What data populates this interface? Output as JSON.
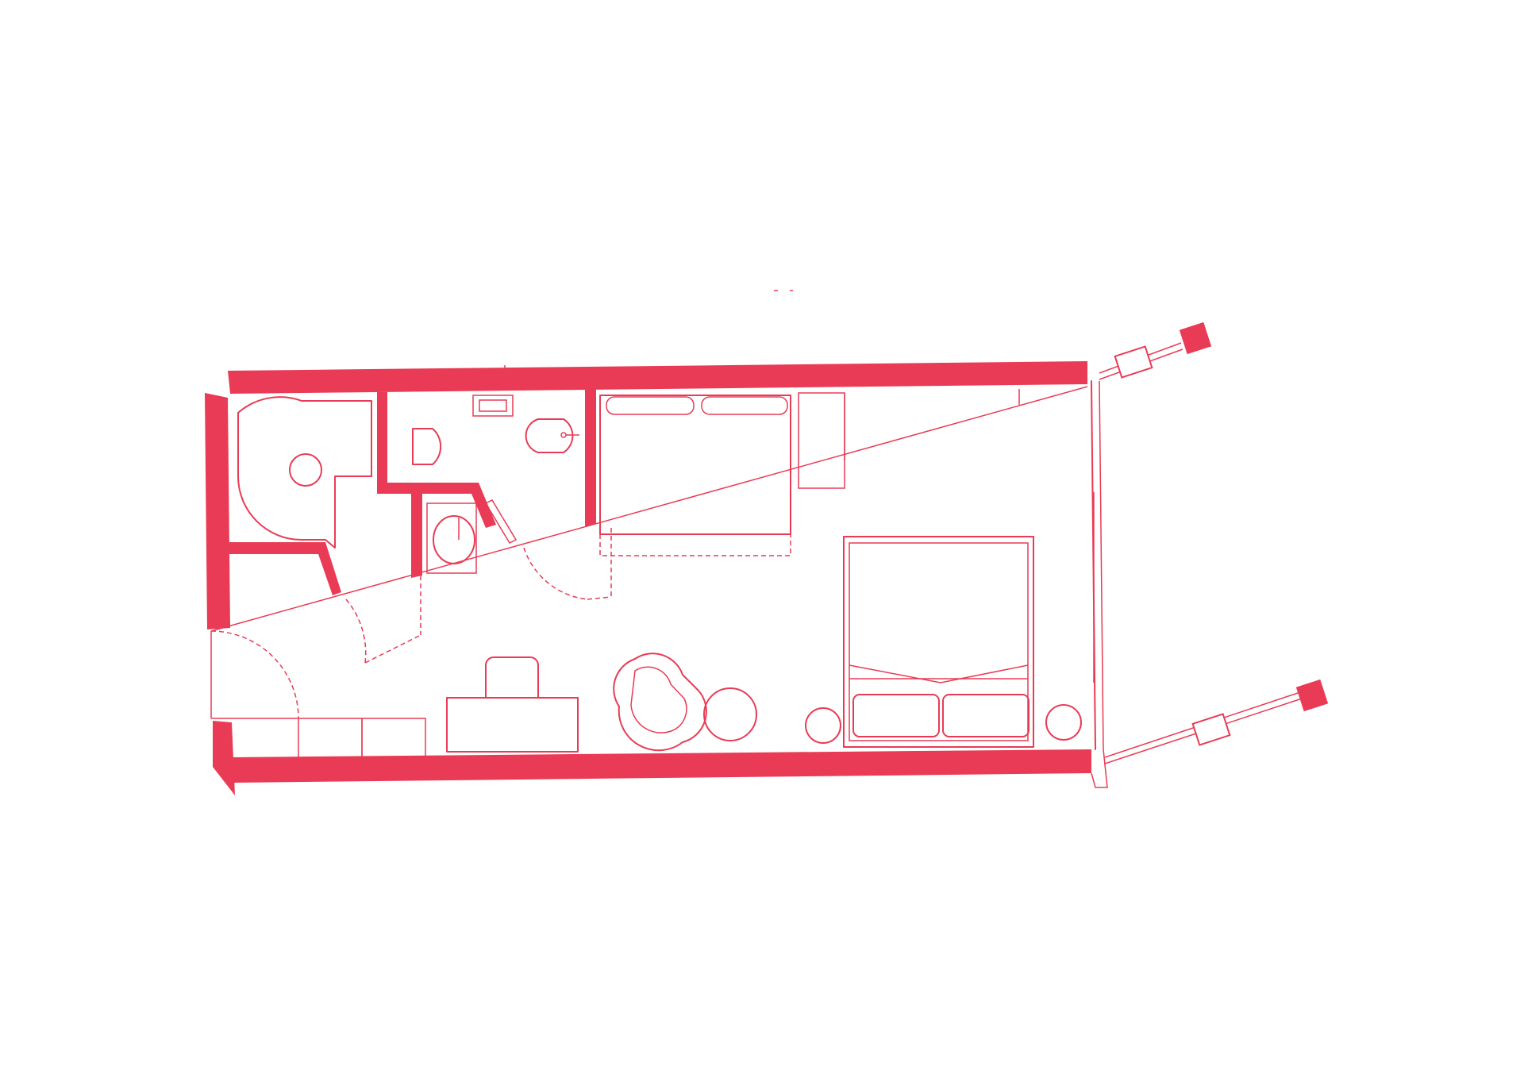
{
  "colors": {
    "accent": "#e93b55",
    "background": "#ffffff"
  },
  "plan": {
    "type": "hotel-room-floor-plan",
    "rooms": [
      "entrance",
      "wardrobe-nook",
      "toilet",
      "shower-sink-area",
      "bedroom"
    ],
    "furniture_icons": [
      "toilet-icon",
      "bidet-icon",
      "washbasin-icon",
      "shower-icon",
      "desk-icon",
      "desk-chair-icon",
      "armchair-icon",
      "side-table-icon",
      "double-bed-icon",
      "pillow-icon",
      "sofa-bench-icon",
      "wardrobe-icon",
      "window-icon"
    ]
  }
}
